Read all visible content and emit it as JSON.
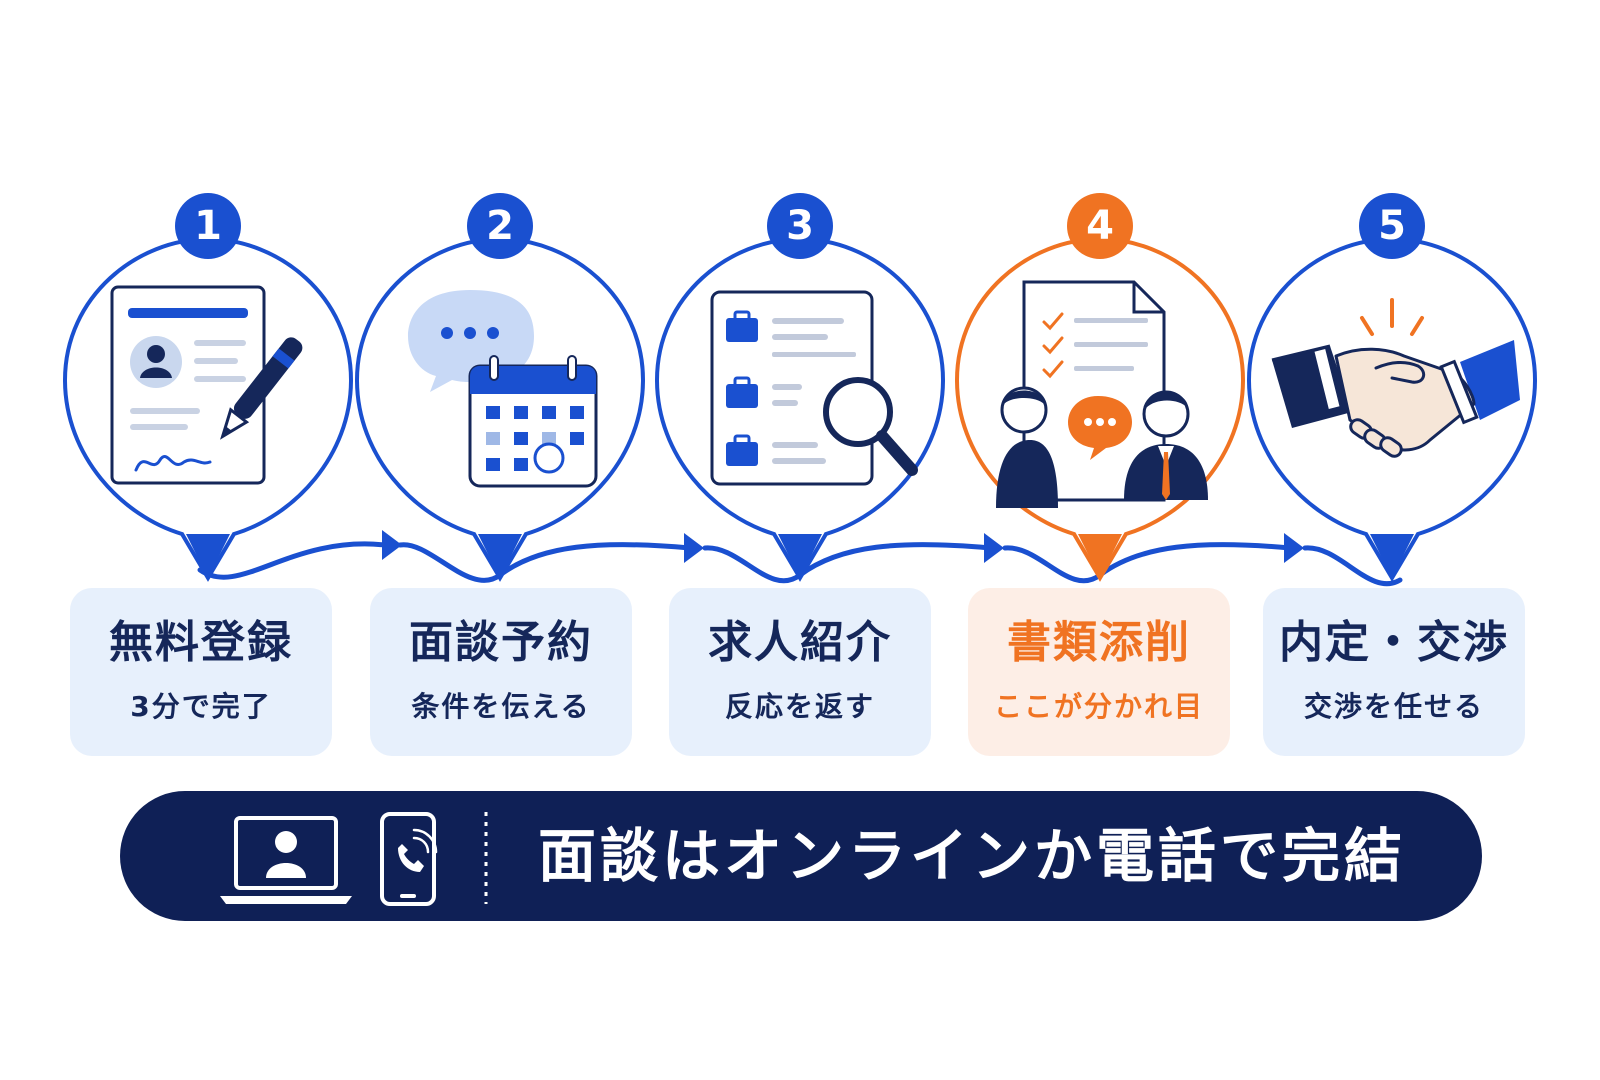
{
  "steps": [
    {
      "number": "1",
      "title": "無料登録",
      "subtitle": "3分で完了",
      "icon": "registration-form-pen-icon"
    },
    {
      "number": "2",
      "title": "面談予約",
      "subtitle": "条件を伝える",
      "icon": "chat-calendar-icon"
    },
    {
      "number": "3",
      "title": "求人紹介",
      "subtitle": "反応を返す",
      "icon": "job-list-magnifier-icon"
    },
    {
      "number": "4",
      "title": "書類添削",
      "subtitle": "ここが分かれ目",
      "icon": "document-review-meeting-icon",
      "highlight": true
    },
    {
      "number": "5",
      "title": "内定・交渉",
      "subtitle": "交渉を任せる",
      "icon": "handshake-icon"
    }
  ],
  "footer": {
    "text": "面談はオンラインか電話で完結",
    "icons": [
      "laptop-video-call-icon",
      "smartphone-call-icon"
    ]
  },
  "colors": {
    "primary": "#1a50d0",
    "navy": "#15275a",
    "accent": "#f07322",
    "card_bg": "#e7f0fc",
    "card_bg_accent": "#fdeee6",
    "footer_bg": "#0f2056"
  }
}
